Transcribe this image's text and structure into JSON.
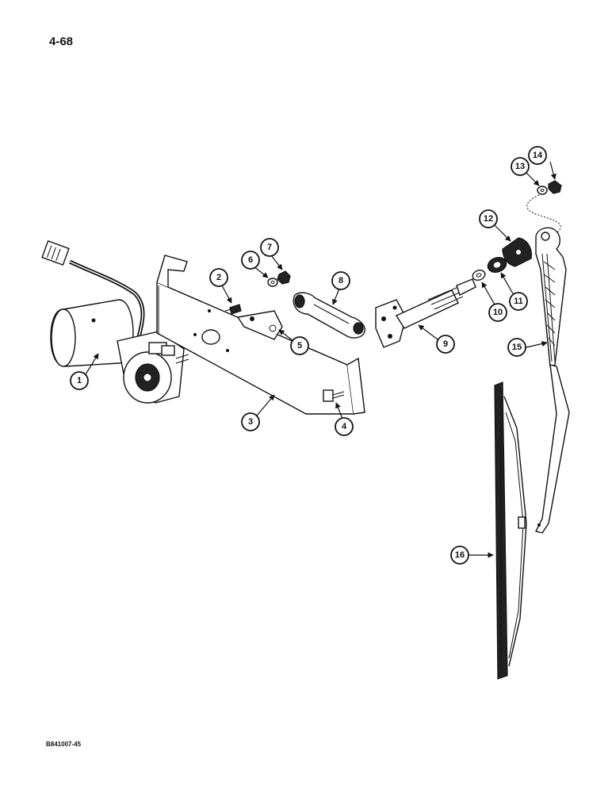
{
  "page_number": "4-68",
  "figure_code": "B841007-45",
  "callouts": [
    "1",
    "2",
    "3",
    "4",
    "5",
    "6",
    "7",
    "8",
    "9",
    "10",
    "11",
    "12",
    "13",
    "14",
    "15",
    "16"
  ]
}
